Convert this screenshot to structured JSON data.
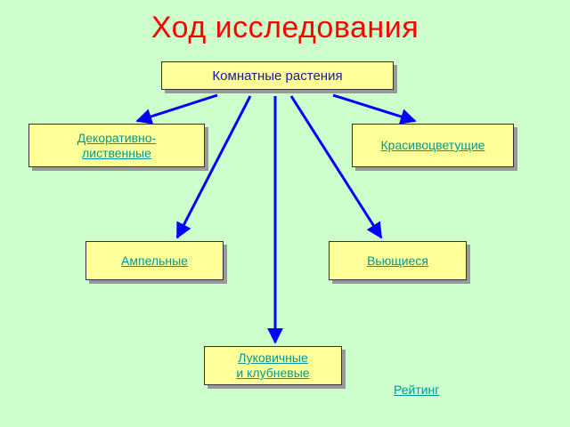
{
  "title": "Ход исследования",
  "root": {
    "label": "Комнатные растения"
  },
  "categories": [
    {
      "label": "Декоративно-\nлиственные"
    },
    {
      "label": "Красивоцветущие"
    },
    {
      "label": "Ампельные"
    },
    {
      "label": "Вьющиеся"
    },
    {
      "label": "Луковичные\n и клубневые"
    }
  ],
  "rating_link": "Рейтинг",
  "colors": {
    "background": "#ccffcc",
    "title": "#ff0000",
    "box_fill": "#ffff99",
    "arrow": "#0000ff",
    "link": "#009999",
    "root_text": "#1a1a99"
  }
}
